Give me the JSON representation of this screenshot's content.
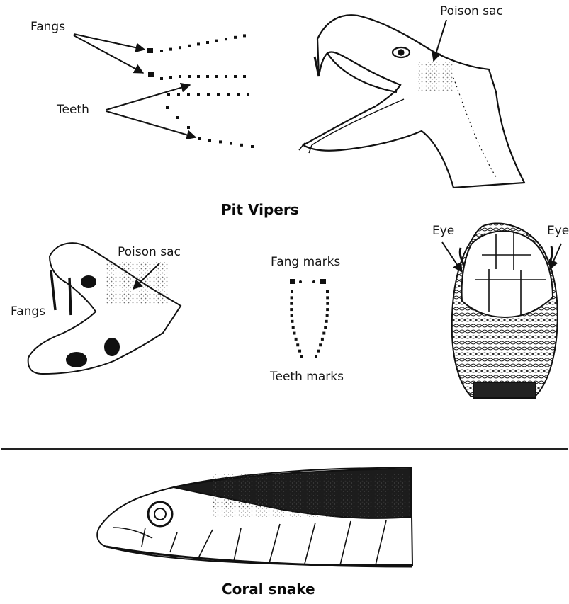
{
  "labels": {
    "fangs_top": "Fangs",
    "teeth": "Teeth",
    "poison_sac_top": "Poison sac",
    "poison_sac_mid": "Poison sac",
    "fangs_mid": "Fangs",
    "fang_marks": "Fang marks",
    "teeth_marks": "Teeth marks",
    "eye_left": "Eye",
    "eye_right": "Eye"
  },
  "captions": {
    "pit_vipers": "Pit Vipers",
    "coral_snake": "Coral snake"
  },
  "colors": {
    "ink": "#111111",
    "background": "#ffffff"
  },
  "icons": [
    "pit-viper-head-open-mouth-drawing",
    "pit-viper-skull-drawing",
    "pit-viper-head-top-view-drawing",
    "coral-snake-head-drawing"
  ]
}
